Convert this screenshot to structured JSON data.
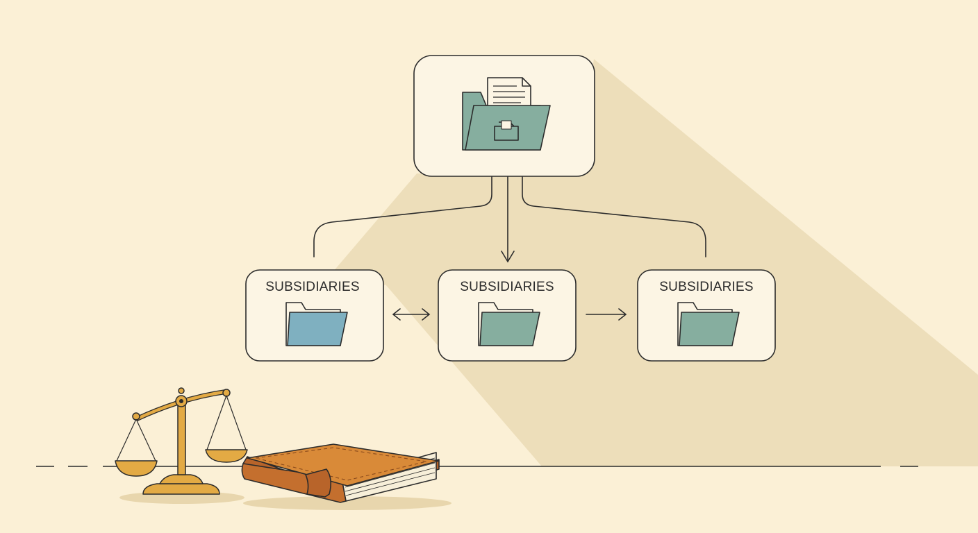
{
  "diagram": {
    "root": {
      "icon": "folder-with-document-icon"
    },
    "children": [
      {
        "label": "SUBSIDIARIES",
        "icon": "folder-icon",
        "folder_color": "#7fb0c0"
      },
      {
        "label": "SUBSIDIARIES",
        "icon": "folder-icon",
        "folder_color": "#86ae9f"
      },
      {
        "label": "SUBSIDIARIES",
        "icon": "folder-icon",
        "folder_color": "#86ae9f"
      }
    ],
    "connections": [
      {
        "from": "root",
        "to": "child-1",
        "style": "line"
      },
      {
        "from": "root",
        "to": "child-2",
        "style": "arrow"
      },
      {
        "from": "root",
        "to": "child-3",
        "style": "line"
      },
      {
        "from": "child-1",
        "to": "child-2",
        "style": "double-arrow"
      },
      {
        "from": "child-2",
        "to": "child-3",
        "style": "arrow"
      }
    ],
    "decorations": [
      {
        "icon": "scales-of-justice-icon"
      },
      {
        "icon": "ledger-book-icon"
      }
    ]
  },
  "colors": {
    "background": "#fbf0d6",
    "shadow": "#eadbb5",
    "box_fill": "#fcf5e4",
    "stroke": "#2b2b2b",
    "folder_green": "#86ae9f",
    "folder_blue": "#7fb0c0",
    "scale_gold": "#e3aa44",
    "book_orange": "#d98a38"
  }
}
